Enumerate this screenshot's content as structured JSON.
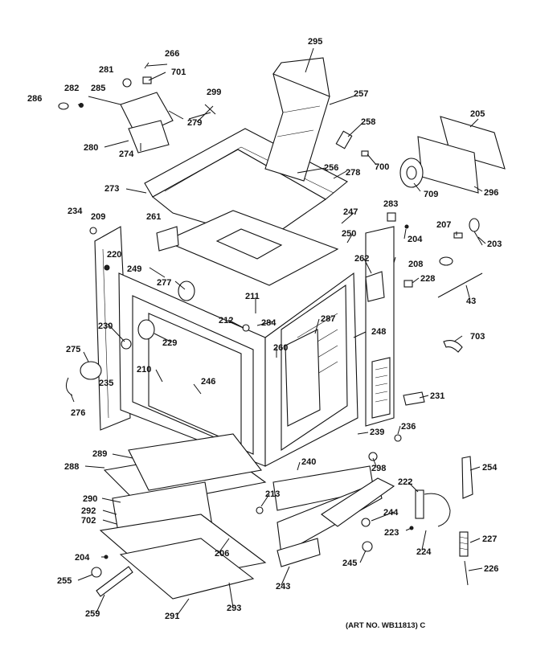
{
  "diagram": {
    "art_number": "(ART NO. WB11813) C",
    "part_labels": [
      "295",
      "266",
      "281",
      "701",
      "282",
      "285",
      "286",
      "299",
      "279",
      "280",
      "274",
      "257",
      "258",
      "205",
      "700",
      "709",
      "296",
      "273",
      "256",
      "278",
      "234",
      "209",
      "261",
      "247",
      "283",
      "204",
      "207",
      "203",
      "250",
      "220",
      "249",
      "277",
      "262",
      "208",
      "228",
      "43",
      "211",
      "284",
      "212",
      "287",
      "230",
      "229",
      "275",
      "260",
      "248",
      "703",
      "235",
      "210",
      "246",
      "231",
      "276",
      "236",
      "239",
      "289",
      "298",
      "288",
      "240",
      "254",
      "222",
      "290",
      "213",
      "292",
      "702",
      "244",
      "223",
      "227",
      "224",
      "204",
      "206",
      "245",
      "255",
      "226",
      "243",
      "259",
      "291",
      "293"
    ]
  }
}
